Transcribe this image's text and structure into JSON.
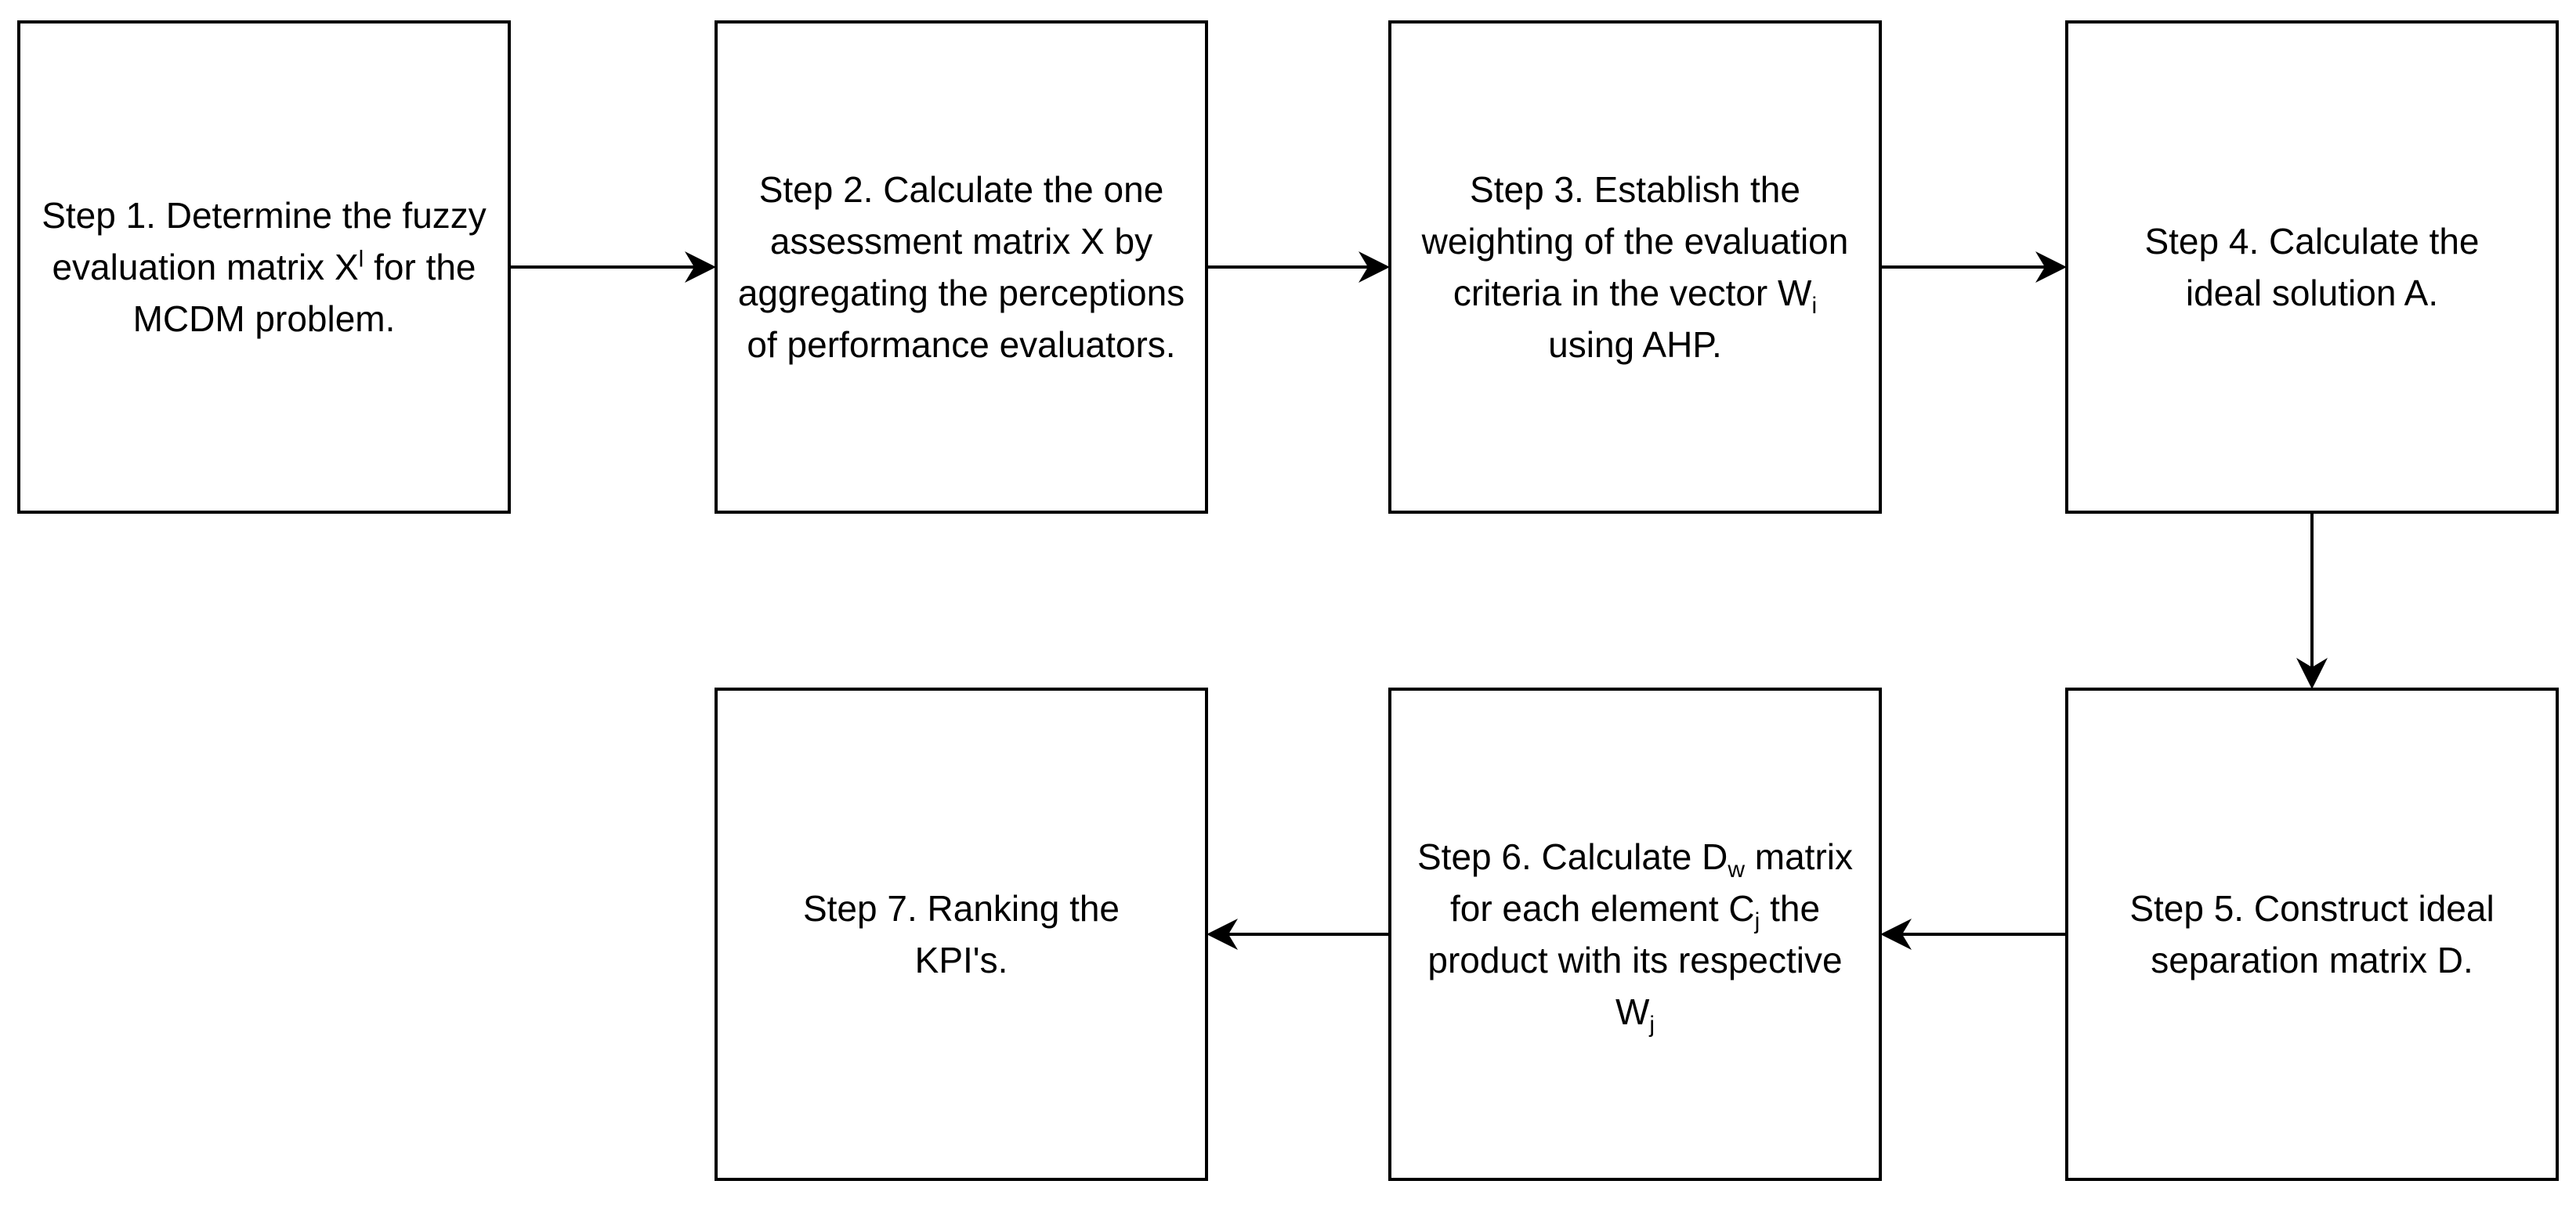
{
  "diagram": {
    "steps": [
      {
        "id": "step-1",
        "label_before_sup": "Step 1. Determine the fuzzy evaluation matrix X",
        "sup": "l",
        "label_after_sup": " for the MCDM problem."
      },
      {
        "id": "step-2",
        "label": "Step 2. Calculate the one assessment matrix X by aggregating the perceptions of performance evaluators."
      },
      {
        "id": "step-3",
        "label_before_sub": "Step 3. Establish the weighting of the evaluation criteria in the vector W",
        "sub": "i",
        "label_after_sub": " using AHP."
      },
      {
        "id": "step-4",
        "label": "Step 4. Calculate the ideal solution A."
      },
      {
        "id": "step-5",
        "label": "Step 5. Construct ideal separation matrix D."
      },
      {
        "id": "step-6",
        "part1": "Step 6. Calculate D",
        "sub1": "w",
        "part2": " matrix for each element C",
        "sub2": "j",
        "part3": " the product with its respective W",
        "sub3": "j"
      },
      {
        "id": "step-7",
        "label": "Step 7. Ranking the KPI's."
      }
    ],
    "colors": {
      "stroke": "#000000",
      "background": "#ffffff"
    }
  }
}
